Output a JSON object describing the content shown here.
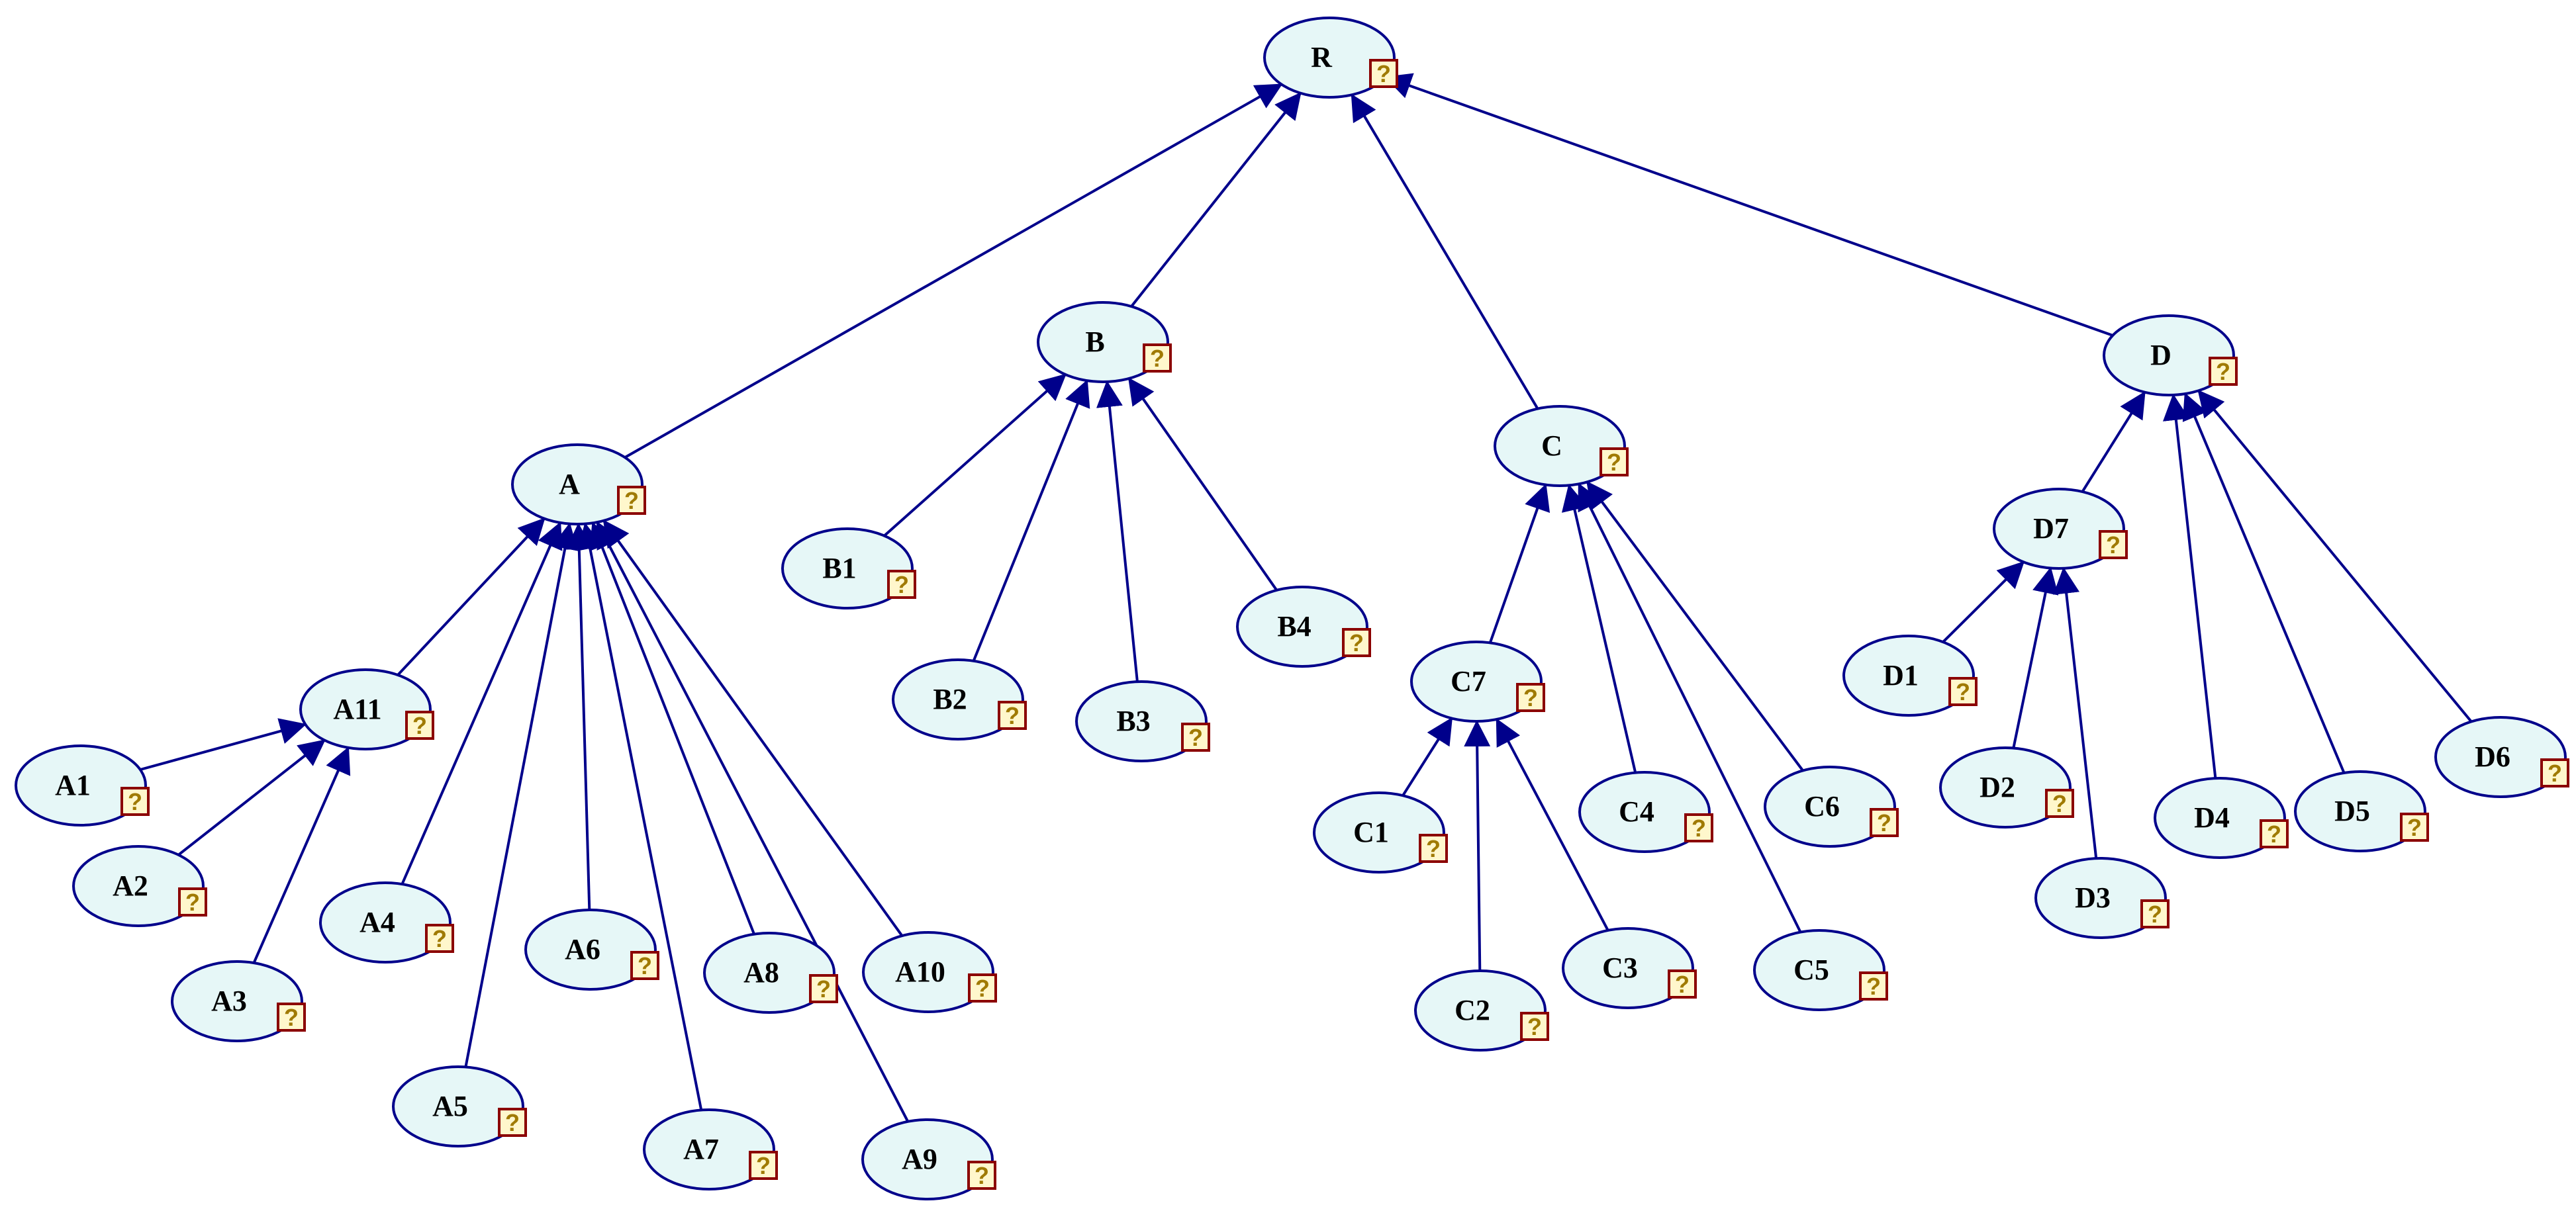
{
  "diagram": {
    "type": "tree",
    "direction": "children-point-to-parent",
    "colors": {
      "node_fill": "#e6f7f7",
      "node_stroke": "#00008b",
      "edge": "#00008b",
      "badge_fill": "#fff7cc",
      "badge_stroke": "#8b0000",
      "badge_glyph": "#a07a00"
    },
    "badge_symbol": "?",
    "nodes": [
      {
        "id": "R",
        "label": "R"
      },
      {
        "id": "A",
        "label": "A"
      },
      {
        "id": "B",
        "label": "B"
      },
      {
        "id": "C",
        "label": "C"
      },
      {
        "id": "D",
        "label": "D"
      },
      {
        "id": "A11",
        "label": "A11"
      },
      {
        "id": "A1",
        "label": "A1"
      },
      {
        "id": "A2",
        "label": "A2"
      },
      {
        "id": "A3",
        "label": "A3"
      },
      {
        "id": "A4",
        "label": "A4"
      },
      {
        "id": "A5",
        "label": "A5"
      },
      {
        "id": "A6",
        "label": "A6"
      },
      {
        "id": "A7",
        "label": "A7"
      },
      {
        "id": "A8",
        "label": "A8"
      },
      {
        "id": "A9",
        "label": "A9"
      },
      {
        "id": "A10",
        "label": "A10"
      },
      {
        "id": "B1",
        "label": "B1"
      },
      {
        "id": "B2",
        "label": "B2"
      },
      {
        "id": "B3",
        "label": "B3"
      },
      {
        "id": "B4",
        "label": "B4"
      },
      {
        "id": "C7",
        "label": "C7"
      },
      {
        "id": "C1",
        "label": "C1"
      },
      {
        "id": "C2",
        "label": "C2"
      },
      {
        "id": "C3",
        "label": "C3"
      },
      {
        "id": "C4",
        "label": "C4"
      },
      {
        "id": "C5",
        "label": "C5"
      },
      {
        "id": "C6",
        "label": "C6"
      },
      {
        "id": "D7",
        "label": "D7"
      },
      {
        "id": "D1",
        "label": "D1"
      },
      {
        "id": "D2",
        "label": "D2"
      },
      {
        "id": "D3",
        "label": "D3"
      },
      {
        "id": "D4",
        "label": "D4"
      },
      {
        "id": "D5",
        "label": "D5"
      },
      {
        "id": "D6",
        "label": "D6"
      }
    ],
    "edges": [
      {
        "from": "A",
        "to": "R"
      },
      {
        "from": "B",
        "to": "R"
      },
      {
        "from": "C",
        "to": "R"
      },
      {
        "from": "D",
        "to": "R"
      },
      {
        "from": "A11",
        "to": "A"
      },
      {
        "from": "A4",
        "to": "A"
      },
      {
        "from": "A5",
        "to": "A"
      },
      {
        "from": "A6",
        "to": "A"
      },
      {
        "from": "A7",
        "to": "A"
      },
      {
        "from": "A8",
        "to": "A"
      },
      {
        "from": "A9",
        "to": "A"
      },
      {
        "from": "A10",
        "to": "A"
      },
      {
        "from": "A1",
        "to": "A11"
      },
      {
        "from": "A2",
        "to": "A11"
      },
      {
        "from": "A3",
        "to": "A11"
      },
      {
        "from": "B1",
        "to": "B"
      },
      {
        "from": "B2",
        "to": "B"
      },
      {
        "from": "B3",
        "to": "B"
      },
      {
        "from": "B4",
        "to": "B"
      },
      {
        "from": "C7",
        "to": "C"
      },
      {
        "from": "C4",
        "to": "C"
      },
      {
        "from": "C5",
        "to": "C"
      },
      {
        "from": "C6",
        "to": "C"
      },
      {
        "from": "C1",
        "to": "C7"
      },
      {
        "from": "C2",
        "to": "C7"
      },
      {
        "from": "C3",
        "to": "C7"
      },
      {
        "from": "D7",
        "to": "D"
      },
      {
        "from": "D4",
        "to": "D"
      },
      {
        "from": "D5",
        "to": "D"
      },
      {
        "from": "D6",
        "to": "D"
      },
      {
        "from": "D1",
        "to": "D7"
      },
      {
        "from": "D2",
        "to": "D7"
      },
      {
        "from": "D3",
        "to": "D7"
      }
    ]
  }
}
